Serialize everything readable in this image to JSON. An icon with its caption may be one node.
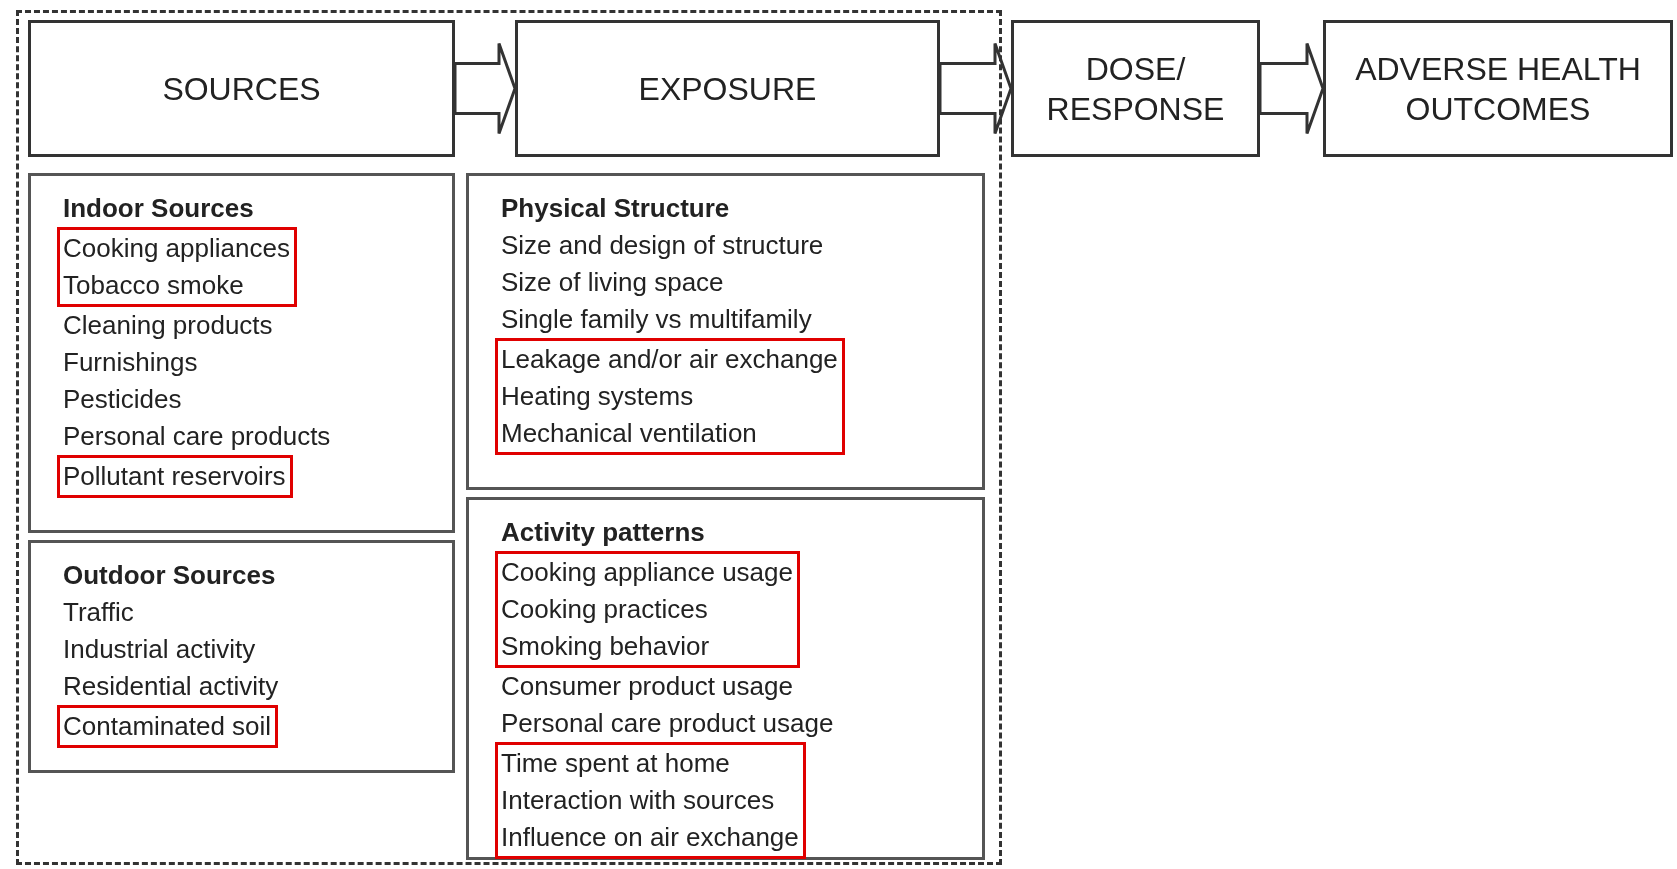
{
  "diagram": {
    "nodes": [
      {
        "text": [],
        "shape": "box"
      },
      {
        "text": [
          "SOURCES"
        ],
        "in": 0
      },
      {
        "text": [
          "EXPOSURE"
        ],
        "in": 0
      },
      {
        "text": [
          "DOSE/ RESPONSE"
        ]
      },
      {
        "text": [
          "ADVERSE HEALTH OUTCOMES"
        ]
      },
      {
        "text": [
          "Indoor Sources",
          "Cleaning products",
          "Furnishings",
          "Pesticides",
          "Personal care products"
        ],
        "in": 0
      },
      {
        "text": [
          "Cooking appliances",
          "Tobacco smoke"
        ],
        "in": 5
      },
      {
        "text": [
          "Pollutant reservoirs"
        ],
        "in": 5
      },
      {
        "text": [
          "Outdoor Sources",
          "Traffic",
          "Industrial activity",
          "Residential activity"
        ],
        "in": 0
      },
      {
        "text": [
          "Contaminated soil"
        ],
        "in": 8
      },
      {
        "text": [
          "Physical Structure",
          "Size and design of structure",
          "Size of living space",
          "Single family vs multifamily"
        ],
        "in": 0
      },
      {
        "text": [
          "Leakage and/or air exchange",
          "Heating systems",
          "Mechanical ventilation"
        ],
        "in": 10
      },
      {
        "text": [
          "Activity patterns",
          "Consumer product usage",
          "Personal care product usage"
        ],
        "in": 0
      },
      {
        "text": [
          "Cooking appliance usage",
          "Cooking practices",
          "Smoking behavior"
        ],
        "in": 12
      },
      {
        "text": [
          "Time spent at home",
          "Interaction with sources",
          "Influence on air exchange"
        ],
        "in": 12
      }
    ],
    "edges": [
      {
        "from": 1,
        "to": 2,
        "arrow": "to"
      },
      {
        "from": 2,
        "to": 3,
        "arrow": "to"
      },
      {
        "from": 3,
        "to": 4,
        "arrow": "to"
      }
    ]
  }
}
